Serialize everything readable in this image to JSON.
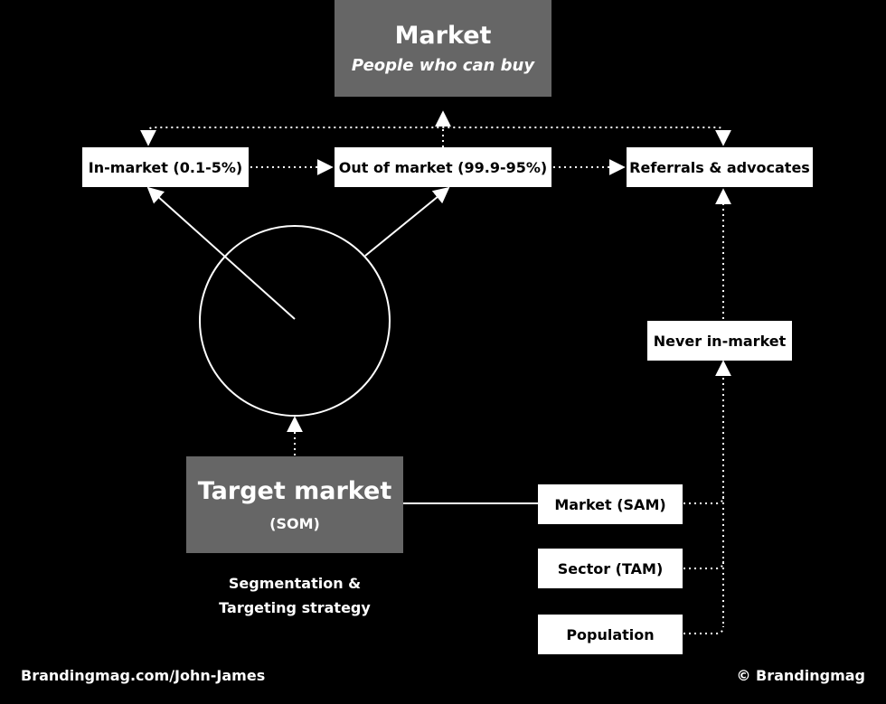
{
  "market_box": {
    "title": "Market",
    "subtitle": "People who can buy"
  },
  "in_market": {
    "label": "In-market (0.1-5%)"
  },
  "out_of_market": {
    "label": "Out of market (99.9-95%)"
  },
  "referrals": {
    "label": "Referrals & advocates"
  },
  "never_in_market": {
    "label": "Never in-market"
  },
  "target_market": {
    "title": "Target market",
    "subtitle": "(SOM)"
  },
  "caption": {
    "line1": "Segmentation &",
    "line2": "Targeting strategy"
  },
  "sam": {
    "label": "Market (SAM)"
  },
  "tam": {
    "label": "Sector (TAM)"
  },
  "population": {
    "label": "Population"
  },
  "footer": {
    "left": "Brandingmag.com/John-James",
    "right": "© Brandingmag"
  },
  "colors": {
    "background": "#000000",
    "grey_box": "#666666",
    "white_box": "#ffffff"
  }
}
